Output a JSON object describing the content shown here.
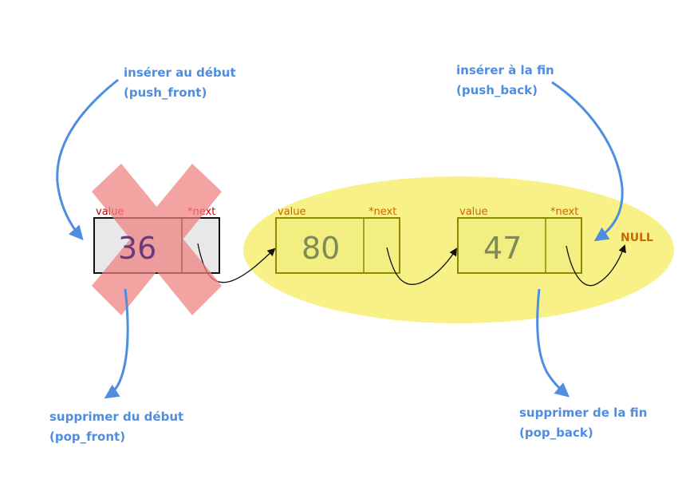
{
  "nodes": [
    {
      "value_label": "value",
      "next_label": "*next",
      "value": "36",
      "removed": true
    },
    {
      "value_label": "value",
      "next_label": "*next",
      "value": "80",
      "removed": false
    },
    {
      "value_label": "value",
      "next_label": "*next",
      "value": "47",
      "removed": false
    }
  ],
  "null_label": "NULL",
  "ops": {
    "push_front": {
      "line1": "insérer au début",
      "line2": "(push_front)"
    },
    "push_back": {
      "line1": "insérer à la fin",
      "line2": "(push_back)"
    },
    "pop_front": {
      "line1": "supprimer du début",
      "line2": "(pop_front)"
    },
    "pop_back": {
      "line1": "supprimer de la fin",
      "line2": "(pop_back)"
    }
  },
  "colors": {
    "highlight": "#f7f07a",
    "node_fill": "#f2ee82",
    "node_border": "#8a8a00",
    "label_orange": "#cc6600",
    "label_red": "#cc0000",
    "blue": "#4f8de0",
    "cross": "#f08080",
    "removed_fill": "#e8e8e8"
  }
}
